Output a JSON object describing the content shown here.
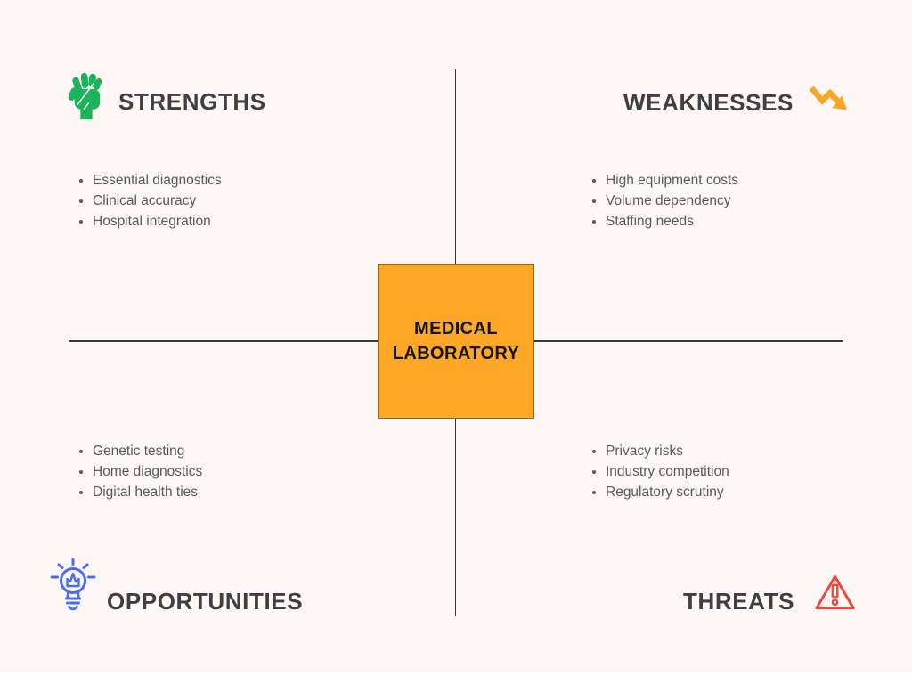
{
  "diagram": {
    "type": "swot-matrix",
    "center": {
      "title_line1": "MEDICAL",
      "title_line2": "LABORATORY"
    },
    "quadrants": {
      "strengths": {
        "title": "STRENGTHS",
        "icon": "raised-fist-icon",
        "items": [
          "Essential diagnostics",
          "Clinical accuracy",
          "Hospital integration"
        ]
      },
      "weaknesses": {
        "title": "WEAKNESSES",
        "icon": "trend-down-arrow-icon",
        "items": [
          "High equipment costs",
          "Volume dependency",
          "Staffing needs"
        ]
      },
      "opportunities": {
        "title": "OPPORTUNITIES",
        "icon": "lightbulb-icon",
        "items": [
          "Genetic testing",
          "Home diagnostics",
          "Digital health ties"
        ]
      },
      "threats": {
        "title": "THREATS",
        "icon": "warning-triangle-icon",
        "items": [
          "Privacy risks",
          "Industry competition",
          "Regulatory scrutiny"
        ]
      }
    },
    "colors": {
      "background": "#FDF8F6",
      "strengths_icon": "#1CB45A",
      "weaknesses_icon": "#FBA524",
      "opportunities_icon": "#4A6CF7",
      "threats_icon": "#F4433C",
      "center_fill": "#FFA726",
      "center_border": "#8D6C21",
      "heading_text": "#3E3F41",
      "list_text": "#59595B",
      "axis_line": "#353535"
    }
  }
}
